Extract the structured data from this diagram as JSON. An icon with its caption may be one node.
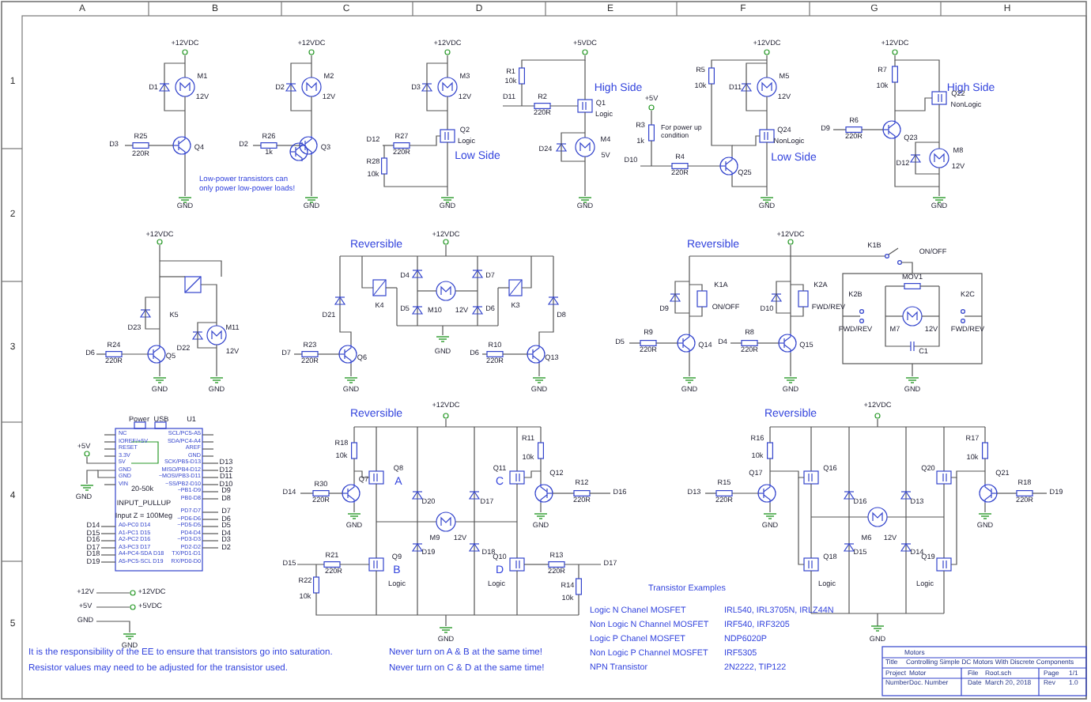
{
  "diagram": {
    "labels": [
      "A",
      "B",
      "C",
      "D",
      "E",
      "F",
      "G",
      "H",
      "1",
      "2",
      "3",
      "4",
      "5",
      "+12VDC",
      "M1",
      "D1",
      "12V",
      "D3",
      "R25",
      "220R",
      "Q4",
      "GND",
      "Low-power transistors can only power low-power loads!",
      "+12VDC",
      "M2",
      "D2",
      "12V",
      "D2",
      "R26",
      "1k",
      "Q3",
      "GND",
      "+12VDC",
      "M3",
      "D3",
      "12V",
      "D12",
      "R27",
      "220R",
      "Q2",
      "Logic",
      "Low Side",
      "R28",
      "10k",
      "GND",
      "+5VDC",
      "R1",
      "10k",
      "D11",
      "R2",
      "220R",
      "High Side",
      "Q1",
      "Logic",
      "M4",
      "D24",
      "5V",
      "GND",
      "+5V",
      "R3",
      "1k",
      "For power up condition",
      "D10",
      "R4",
      "220R",
      "Q25",
      "+12VDC",
      "R5",
      "10k",
      "D11",
      "M5",
      "12V",
      "Q24",
      "NonLogic",
      "Low Side",
      "GND",
      "+12VDC",
      "R7",
      "10k",
      "D9",
      "R6",
      "220R",
      "Q23",
      "High Side",
      "Q22",
      "NonLogic",
      "M8",
      "D12",
      "12V",
      "GND",
      "+12VDC",
      "K5",
      "D23",
      "M11",
      "D6",
      "R24",
      "Q5",
      "D22",
      "12V",
      "220R",
      "GND",
      "GND",
      "Reversible",
      "+12VDC",
      "D4",
      "D7",
      "D5",
      "M10",
      "12V",
      "D6",
      "D21",
      "K4",
      "K3",
      "D8",
      "D7",
      "R23",
      "220R",
      "Q6",
      "GND",
      "D6",
      "R10",
      "220R",
      "Q13",
      "GND",
      "GND",
      "Reversible",
      "+12VDC",
      "K1A",
      "K2A",
      "D9",
      "ON/OFF",
      "D10",
      "FWD/REV",
      "D5",
      "R9",
      "220R",
      "Q14",
      "D4",
      "R8",
      "220R",
      "Q15",
      "GND",
      "GND",
      "K1B",
      "ON/OFF",
      "MOV1",
      "K2B",
      "K2C",
      "FWD/REV",
      "M7",
      "12V",
      "FWD/REV",
      "C1",
      "GND",
      "Power",
      "USB",
      "U1",
      "NC",
      "IOREF/+5V",
      "RESET",
      "3.3V",
      "5V",
      "GND",
      "GND",
      "VIN",
      "SCL/PC5-A5",
      "SDA/PC4-A4",
      "AREF",
      "GND",
      "SCK/PB5-D13",
      "MISO/PB4-D12",
      "~MOSI/PB3-D11",
      "~SS/PB2-D10",
      "~PB1-D9",
      "PB0-D8",
      "PD7-D7",
      "~PD6-D6",
      "~PD5-D5",
      "PD4-D4",
      "~PD3-D3",
      "PD2-D2",
      "TX/PD1-D1",
      "RX/PD0-D0",
      "A0-PC0 D14",
      "A1-PC1 D15",
      "A2-PC2 D16",
      "A3-PC3 D17",
      "A4-PC4-SDA D18",
      "A5-PC5-SCL D19",
      "20-50k",
      "INPUT_PULLUP",
      "Input Z = 100Meg",
      "D13",
      "D12",
      "D11",
      "D10",
      "D9",
      "D8",
      "D7",
      "D6",
      "D5",
      "D4",
      "D3",
      "D2",
      "D14",
      "D15",
      "D16",
      "D17",
      "D18",
      "D19",
      "+5V",
      "GND",
      "+12V",
      "+12VDC",
      "+5V",
      "+5VDC",
      "GND",
      "GND",
      "It is the responsibility of the EE to ensure that transistors go into saturation.",
      "Resistor values may need to be adjusted for the transistor used.",
      "Reversible",
      "+12VDC",
      "R18",
      "10k",
      "Q7",
      "D14",
      "R30",
      "220R",
      "GND",
      "Q8",
      "A",
      "D20",
      "M9",
      "12V",
      "D17",
      "Q11",
      "C",
      "R11",
      "10k",
      "Q12",
      "R12",
      "220R",
      "D16",
      "D15",
      "R21",
      "220R",
      "R22",
      "10k",
      "Q9",
      "B",
      "Logic",
      "D19",
      "D18",
      "Q10",
      "D",
      "Logic",
      "R13",
      "220R",
      "R14",
      "10k",
      "D17",
      "GND",
      "Never turn on A & B at the same time!",
      "Never turn on C & D at the same time!",
      "Transistor Examples",
      "Logic N Chanel MOSFET",
      "IRL540, IRL3705N, IRLZ44N",
      "Non Logic N Channel MOSFET",
      "IRF540, IRF3205",
      "Logic P Chanel MOSFET",
      "NDP6020P",
      "Non Logic P Channel MOSFET",
      "IRF5305",
      "NPN Transistor",
      "2N2222, TIP122",
      "Reversible",
      "+12VDC",
      "R16",
      "10k",
      "Q17",
      "D13",
      "R15",
      "220R",
      "GND",
      "Q16",
      "D16",
      "M6",
      "12V",
      "D13",
      "Q20",
      "R17",
      "10k",
      "Q21",
      "R18",
      "220R",
      "D19",
      "GND",
      "Q18",
      "Logic",
      "D15",
      "D14",
      "Q19",
      "Logic",
      "GND",
      "Motors",
      "Title",
      "Controlling Simple DC Motors With Discrete Components",
      "Project",
      "Motor",
      "File",
      "Root.sch",
      "Page",
      "1/1",
      "Number",
      "Doc. Number",
      "Date",
      "March 20, 2018",
      "Rev",
      "1.0",
      "GND"
    ]
  }
}
